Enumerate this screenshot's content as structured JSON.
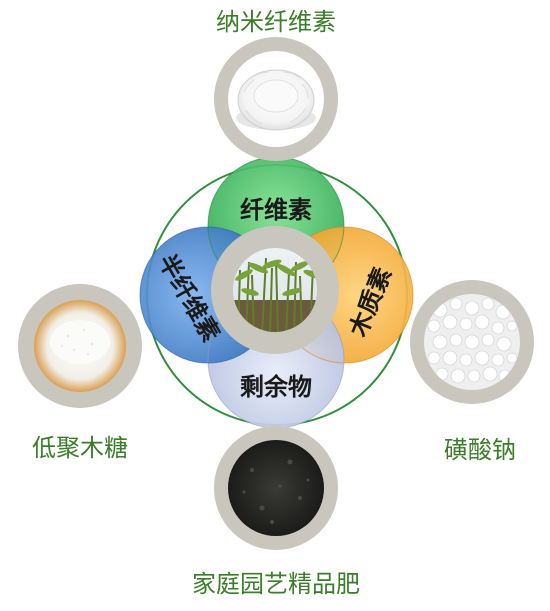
{
  "center": {
    "image": "grass-photo",
    "segments": [
      {
        "key": "top",
        "label": "纤维素",
        "color": "#2db35a"
      },
      {
        "key": "right",
        "label": "木质素",
        "color": "#f2a12b"
      },
      {
        "key": "bottom",
        "label": "剩余物",
        "color": "#b8c3e0"
      },
      {
        "key": "left",
        "label": "半纤维素",
        "color": "#3a78c2"
      }
    ],
    "ring_color": "#2f8f3a"
  },
  "products": [
    {
      "key": "top",
      "label": "纳米纤维素",
      "image": "white-bowl-photo"
    },
    {
      "key": "right",
      "label": "磺酸钠",
      "image": "white-granules-photo"
    },
    {
      "key": "bottom",
      "label": "家庭园艺精品肥",
      "image": "black-soil-photo"
    },
    {
      "key": "left",
      "label": "低聚木糖",
      "image": "sugar-photo"
    }
  ],
  "colors": {
    "product_ring": "#c9c6bd",
    "label_green": "#3a7d2a"
  }
}
